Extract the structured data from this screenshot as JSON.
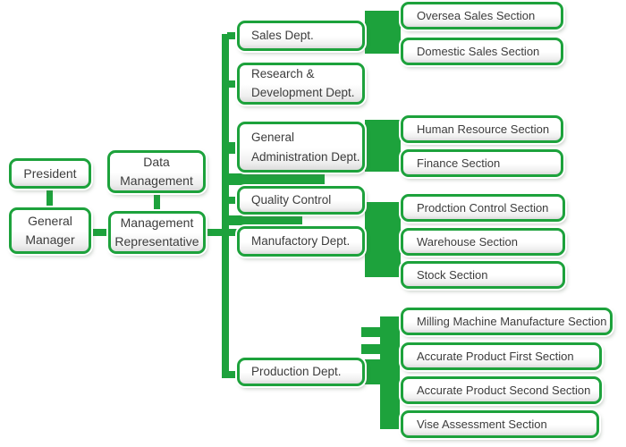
{
  "colors": {
    "green": "#1da23c",
    "text": "#3c3c3c",
    "box_fill_top": "#ffffff",
    "box_fill_bottom": "#dcdcdc"
  },
  "boxes": {
    "president": {
      "label": "President"
    },
    "general_manager": {
      "label": "General\nManager"
    },
    "data_management": {
      "label": "Data\nManagement"
    },
    "management_representative": {
      "label": "Management\nRepresentative"
    },
    "sales": {
      "label": "Sales Dept."
    },
    "rnd": {
      "label": "Research &\nDevelopment Dept."
    },
    "general_administration": {
      "label": "General\nAdministration Dept."
    },
    "quality_control": {
      "label": "Quality Control"
    },
    "manufactory": {
      "label": "Manufactory Dept."
    },
    "production": {
      "label": "Production Dept."
    },
    "oversea_sales": {
      "label": "Oversea Sales Section"
    },
    "domestic_sales": {
      "label": "Domestic Sales Section"
    },
    "human_resource": {
      "label": "Human Resource Section"
    },
    "finance": {
      "label": "Finance Section"
    },
    "prodction_control": {
      "label": "Prodction Control Section"
    },
    "warehouse": {
      "label": "Warehouse Section"
    },
    "stock": {
      "label": "Stock Section"
    },
    "milling": {
      "label": "Milling Machine Manufacture Section"
    },
    "accurate_first": {
      "label": "Accurate Product First Section"
    },
    "accurate_second": {
      "label": "Accurate Product Second Section"
    },
    "vise": {
      "label": "Vise Assessment Section"
    }
  },
  "relations": [
    {
      "from": "president",
      "to": "general_manager"
    },
    {
      "from": "data_management",
      "to": "management_representative"
    },
    {
      "from": "general_manager",
      "to": "management_representative"
    },
    {
      "from": "management_representative",
      "to": "sales"
    },
    {
      "from": "management_representative",
      "to": "rnd"
    },
    {
      "from": "management_representative",
      "to": "general_administration"
    },
    {
      "from": "management_representative",
      "to": "quality_control"
    },
    {
      "from": "management_representative",
      "to": "manufactory"
    },
    {
      "from": "management_representative",
      "to": "production"
    },
    {
      "from": "sales",
      "to": "oversea_sales"
    },
    {
      "from": "sales",
      "to": "domestic_sales"
    },
    {
      "from": "general_administration",
      "to": "human_resource"
    },
    {
      "from": "general_administration",
      "to": "finance"
    },
    {
      "from": "quality_control",
      "to": "prodction_control"
    },
    {
      "from": "manufactory",
      "to": "prodction_control"
    },
    {
      "from": "manufactory",
      "to": "warehouse"
    },
    {
      "from": "manufactory",
      "to": "stock"
    },
    {
      "from": "production",
      "to": "milling"
    },
    {
      "from": "production",
      "to": "accurate_first"
    },
    {
      "from": "production",
      "to": "accurate_second"
    },
    {
      "from": "production",
      "to": "vise"
    }
  ]
}
